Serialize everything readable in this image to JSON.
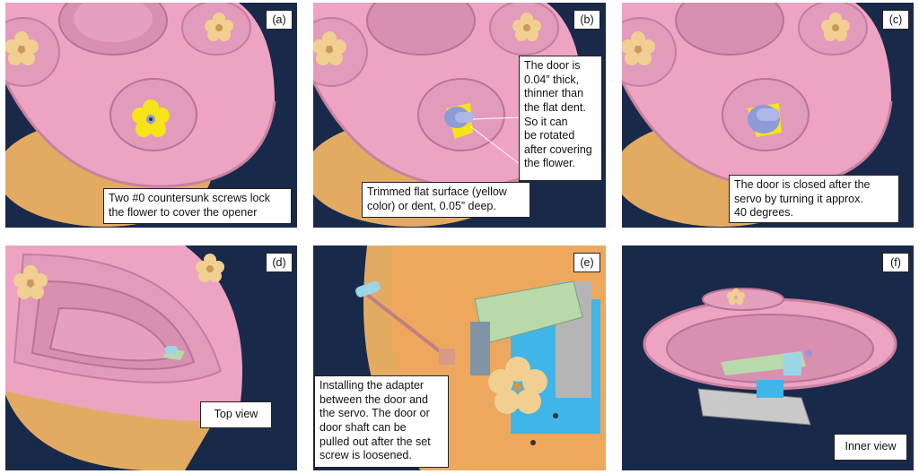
{
  "panels": [
    {
      "label": "(a)",
      "caption": "Two #0 countersunk screws lock\nthe flower to cover the opener"
    },
    {
      "label": "(b)",
      "caption_trim": "Trimmed flat surface (yellow\ncolor) or dent, 0.05” deep.",
      "caption_door": "The door is\n0.04” thick,\nthinner than\nthe flat dent.\nSo it can\nbe rotated\nafter covering\nthe flower."
    },
    {
      "label": "(c)",
      "caption": "The door is closed after the\nservo by turning it approx.\n40 degrees."
    },
    {
      "label": "(d)",
      "caption": "Top view"
    },
    {
      "label": "(e)",
      "caption": "Installing the adapter\nbetween the door and\nthe servo. The door or\ndoor shaft can be\npulled out after the set\nscrew is loosened."
    },
    {
      "label": "(f)",
      "caption": "Inner view"
    }
  ],
  "colors": {
    "background": "#19294a",
    "body": "#eea3c3",
    "base": "#e3ab62",
    "flower_tan": "#f1cf90",
    "flower_yellow": "#f5e418",
    "door": "#8f9ad8",
    "servo": "#3fb5e8",
    "bracket": "#b8d9a9"
  }
}
